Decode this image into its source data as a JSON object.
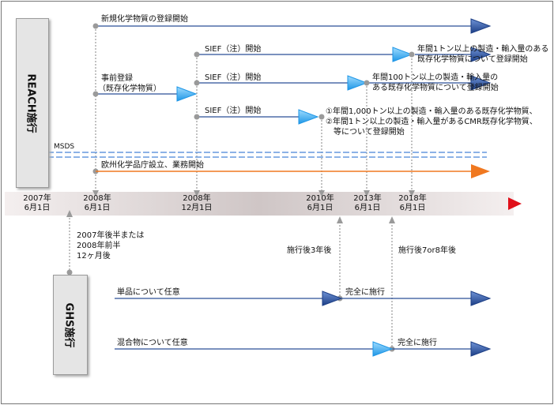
{
  "reach": {
    "title": "REACH施行",
    "new_substances": "新規化学物質の登録開始",
    "pre_registration": [
      "事前登録",
      "（既存化学物質）"
    ],
    "sief_1": "SIEF（注）開始",
    "sief_2": "SIEF（注）開始",
    "sief_3": "SIEF（注）開始",
    "milestone_1t": [
      "年間1トン以上の製造・輸入量のある",
      "既存化学物質について登録開始"
    ],
    "milestone_100t": [
      "年間100トン以上の製造・輸入量の",
      "ある既存化学物質について登録開始"
    ],
    "milestone_1000t": [
      "①年間1,000トン以上の製造・輸入量のある既存化学物質、",
      "②年間1トン以上の製造・輸入量があるCMR既存化学物質、",
      "　等について登録開始"
    ],
    "msds": "MSDS",
    "agency": "欧州化学品庁設立、業務開始"
  },
  "timeline": {
    "dates": [
      {
        "year": "2007年",
        "day": "6月1日"
      },
      {
        "year": "2008年",
        "day": "6月1日"
      },
      {
        "year": "2008年",
        "day": "12月1日"
      },
      {
        "year": "2010年",
        "day": "6月1日"
      },
      {
        "year": "2013年",
        "day": "6月1日"
      },
      {
        "year": "2018年",
        "day": "6月1日"
      }
    ]
  },
  "ghs": {
    "title": "GHS施行",
    "delay_note": [
      "2007年後半または",
      "2008年前半",
      "12ヶ月後"
    ],
    "after_3y": "施行後3年後",
    "after_7_8y": "施行後7or8年後",
    "single": "単品について任意",
    "single_full": "完全に施行",
    "mixture": "混合物について任意",
    "mixture_full": "完全に施行"
  },
  "colors": {
    "arrow_blue": "#2a4f96",
    "arrow_cyan": "#3ab0f0",
    "orange": "#f07820",
    "red": "#e0101a",
    "band": "#d8d0d0",
    "dash_blue": "#6699dd",
    "box_gray": "#e5e5e5"
  }
}
